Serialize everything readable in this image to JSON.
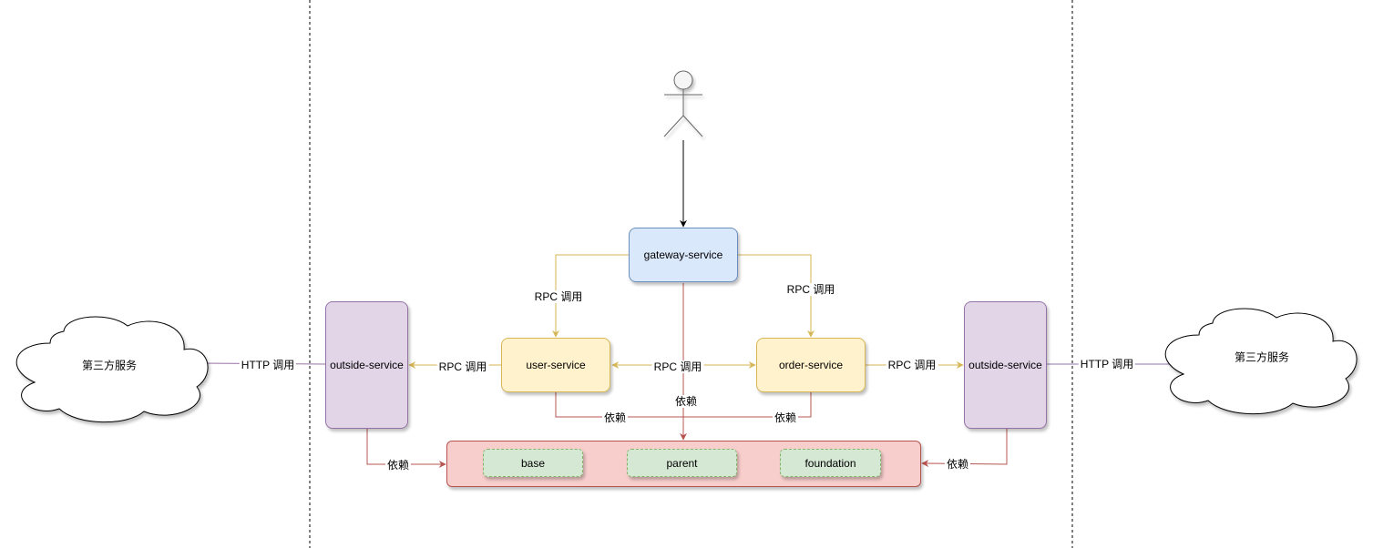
{
  "nodes": {
    "gateway": "gateway-service",
    "user": "user-service",
    "order": "order-service",
    "outside_left": "outside-service",
    "outside_right": "outside-service",
    "cloud_left": "第三方服务",
    "cloud_right": "第三方服务"
  },
  "modules": [
    "base",
    "parent",
    "foundation"
  ],
  "edge_labels": {
    "rpc_user": "RPC 调用",
    "rpc_order": "RPC 调用",
    "rpc_user_outside": "RPC 调用",
    "rpc_user_order": "RPC 调用",
    "rpc_order_outside": "RPC 调用",
    "http_left": "HTTP 调用",
    "http_right": "HTTP 调用",
    "dep_gateway": "依赖",
    "dep_user": "依赖",
    "dep_order": "依赖",
    "dep_outside_left": "依赖",
    "dep_outside_right": "依赖"
  },
  "colors": {
    "rpc": "#d6b656",
    "http": "#9673a6",
    "dependency": "#b85450",
    "actor": "#000000"
  }
}
